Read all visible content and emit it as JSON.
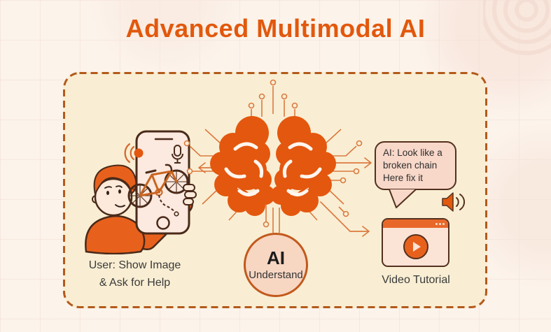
{
  "title": "Advanced Multimodal AI",
  "theme": {
    "accent_orange": "#e2580d",
    "brain_orange": "#e4570e",
    "panel_background": "#f9eed3",
    "panel_border": "#b35a1b",
    "page_background": "#fcf3eb",
    "bubble_background": "#f8d8c9",
    "outline_brown": "#53301f",
    "circuit_orange": "#db7a40",
    "text_dark": "#3a3a3a"
  },
  "user_scene": {
    "caption_line1": "User: Show Image",
    "caption_line2": "& Ask for Help",
    "icons": [
      "person-illustration",
      "smartphone-icon",
      "microphone-icon",
      "bicycle-icon",
      "broken-chain-icon",
      "camera-flash-icon",
      "home-button-icon"
    ]
  },
  "ai_core": {
    "badge_title": "AI",
    "badge_subtitle": "Understand",
    "icons": [
      "brain-icon",
      "circuit-lines",
      "arrow-left-icon",
      "arrow-right-icon",
      "arrow-down-right-icon"
    ]
  },
  "ai_response": {
    "bubble_line1": "AI: Look like a",
    "bubble_line2": "broken chain",
    "bubble_line3": "Here fix it",
    "icons": [
      "speech-bubble",
      "speaker-icon"
    ]
  },
  "video_tutorial": {
    "caption": "Video Tutorial",
    "icons": [
      "browser-window-icon",
      "play-icon",
      "window-dots-icon"
    ]
  }
}
